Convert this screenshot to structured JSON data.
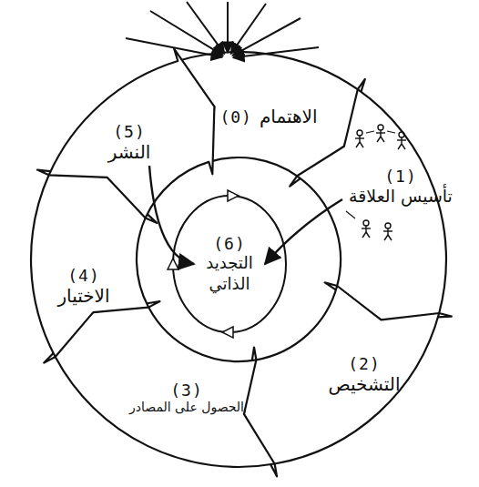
{
  "diagram": {
    "nodes": [
      {
        "text": [
          "(0)",
          "الاهتمام"
        ]
      },
      {
        "text": [
          "(1)",
          "تأسيس العلاقة"
        ]
      },
      {
        "text": [
          "(2)",
          "التشخيص"
        ]
      },
      {
        "text": [
          "(3)",
          "الحصول على المصادر"
        ]
      },
      {
        "text": [
          "(4)",
          "الاختيار"
        ]
      },
      {
        "text": [
          "(5)",
          "النشر"
        ]
      },
      {
        "text": [
          "(6)",
          "التجديد الذاتي"
        ]
      }
    ],
    "edges": [
      {
        "from": 5,
        "to": 6,
        "arrow": "to"
      },
      {
        "from": 1,
        "to": 6,
        "arrow": "to"
      }
    ]
  }
}
